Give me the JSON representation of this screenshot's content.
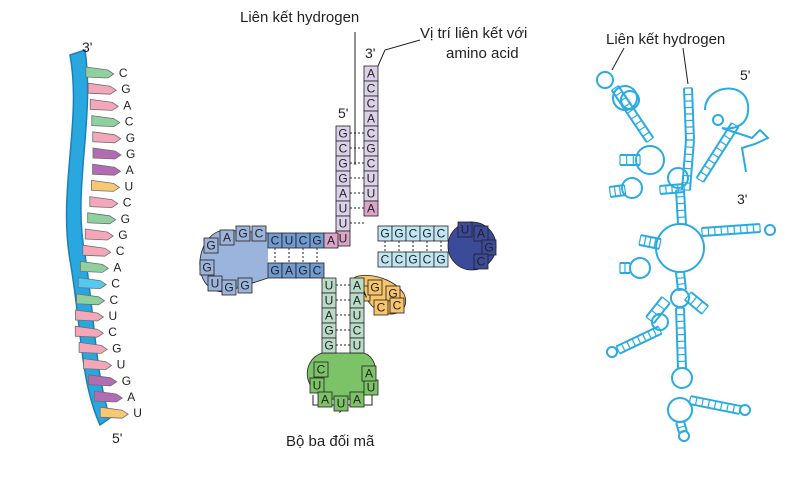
{
  "colors": {
    "backbone": "#29a8e0",
    "backbone_dark": "#1e7fb8",
    "pink": "#f4a7b9",
    "green": "#8fd19e",
    "purple": "#b36bb1",
    "orange": "#f7c873",
    "cyan": "#56c8ee",
    "trna_acceptor": "#d9d2e9",
    "trna_d_arm": "#6f9bd1",
    "trna_d_loop": "#9bb4dc",
    "trna_t_arm": "#bfe6f5",
    "trna_t_loop": "#3b4b9a",
    "trna_var": "#f7c56b",
    "trna_anticodon_stem": "#b8dcc8",
    "trna_anticodon_loop": "#7cc266",
    "trna_pink": "#d9a6c9",
    "outline_blue": "#29abe2"
  },
  "linear": {
    "end_top": "3'",
    "end_bottom": "5'",
    "bases": [
      "C",
      "G",
      "A",
      "C",
      "G",
      "G",
      "A",
      "U",
      "C",
      "G",
      "G",
      "C",
      "A",
      "C",
      "C",
      "U",
      "C",
      "G",
      "U",
      "G",
      "A",
      "U"
    ],
    "base_colors": [
      "green",
      "pink",
      "pink",
      "green",
      "pink",
      "purple",
      "purple",
      "orange",
      "pink",
      "green",
      "pink",
      "pink",
      "green",
      "cyan",
      "green",
      "pink",
      "pink",
      "pink",
      "pink",
      "purple",
      "purple",
      "orange"
    ]
  },
  "cloverleaf": {
    "label_hbond": "Liên kết hydrogen",
    "label_site_line1": "Vị trí liên kết với",
    "label_site_line2": "amino acid",
    "label_anticodon": "Bộ ba đối mã",
    "end_3": "3'",
    "end_5": "5'",
    "acceptor_right": [
      "A",
      "C",
      "C",
      "A",
      "C",
      "G",
      "C",
      "U",
      "U"
    ],
    "acceptor_left": [
      "G",
      "C",
      "G",
      "G",
      "A",
      "U",
      "U"
    ],
    "acceptor_right_pink": "A",
    "d_stem_inner": [
      "C",
      "U",
      "C",
      "G",
      "A"
    ],
    "d_stem_bottom": [
      "G",
      "A",
      "G",
      "C"
    ],
    "d_loop": [
      "C",
      "G",
      "A",
      "G",
      "G",
      "U",
      "G",
      "G"
    ],
    "t_stem_top": [
      "G",
      "G",
      "C",
      "G",
      "C"
    ],
    "t_stem_bottom": [
      "C",
      "C",
      "G",
      "C",
      "G"
    ],
    "t_loop": [
      "U",
      "A",
      "G",
      "C"
    ],
    "variable": [
      "A",
      "G",
      "G",
      "C",
      "C"
    ],
    "ac_stem_left": [
      "U",
      "U",
      "A",
      "G",
      "G"
    ],
    "ac_stem_right": [
      "A",
      "A",
      "U",
      "C",
      "U"
    ],
    "ac_loop": [
      "C",
      "U",
      "A",
      "U",
      "A",
      "U",
      "A"
    ]
  },
  "folded": {
    "label_hbond": "Liên kết hydrogen",
    "end_5": "5'",
    "end_3": "3'"
  }
}
